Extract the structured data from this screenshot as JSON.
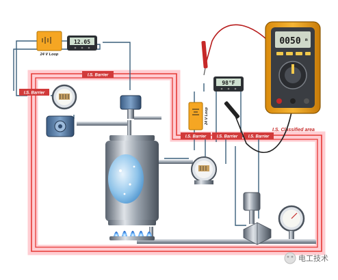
{
  "diagram": {
    "loop_label": "24 V Loop",
    "barrier_label": "I.S. Barrier",
    "area_label": "I.S. Classified area",
    "left_display": "12.05",
    "right_display": "98°F",
    "meter_display": "0050",
    "meter_unit": "m",
    "watermark": "电工技术"
  },
  "colors": {
    "area_border": "#e53935",
    "area_glow": "#ffcdd2",
    "wire": "#3a5f7a",
    "meter_body": "#f2a51a",
    "loop_box": "#f5a623",
    "barrier": "#d13a3a"
  }
}
